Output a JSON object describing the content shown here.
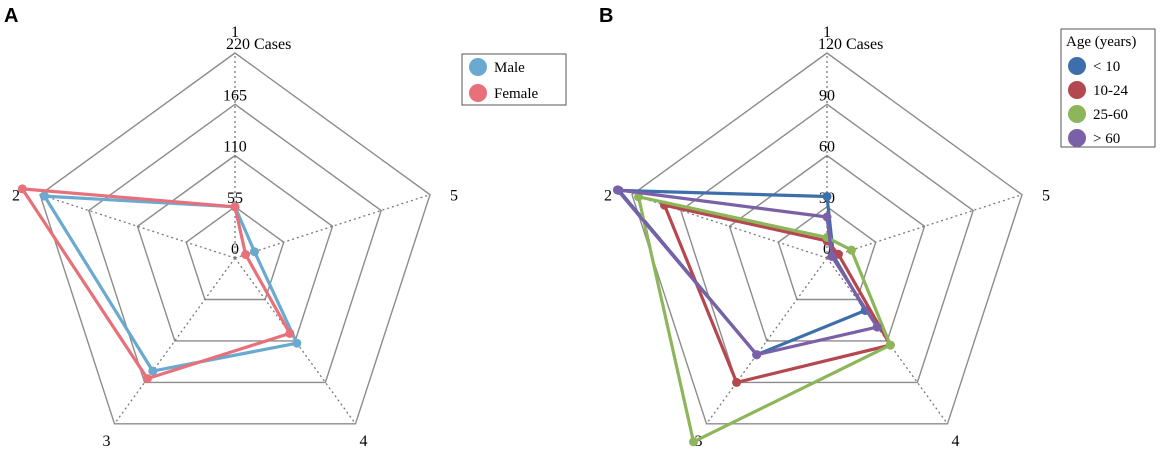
{
  "chart_data": [
    {
      "type": "radar",
      "panel_label": "A",
      "spokes": [
        "1",
        "2",
        "3",
        "4",
        "5"
      ],
      "rmax": 220,
      "ticks": [
        "0",
        "55",
        "110",
        "165",
        "220"
      ],
      "top_tick_unit": "Cases",
      "grid": "pentagon rings with dotted spokes",
      "legend_position": "top-right",
      "legend_title": "",
      "series": [
        {
          "name": "Male",
          "color": "#6aa9d0",
          "values": [
            55,
            215,
            150,
            113,
            22
          ]
        },
        {
          "name": "Female",
          "color": "#e8707a",
          "values": [
            55,
            240,
            160,
            100,
            12
          ]
        }
      ]
    },
    {
      "type": "radar",
      "panel_label": "B",
      "spokes": [
        "1",
        "2",
        "3",
        "4",
        "5"
      ],
      "rmax": 120,
      "ticks": [
        "0",
        "30",
        "60",
        "90",
        "120"
      ],
      "top_tick_unit": "Cases",
      "grid": "pentagon rings with dotted spokes",
      "legend_position": "top-right",
      "legend_title": "Age (years)",
      "series": [
        {
          "name": "< 10",
          "color": "#3f6faa",
          "values": [
            36,
            128,
            70,
            38,
            4
          ]
        },
        {
          "name": "10-24",
          "color": "#b5474e",
          "values": [
            10,
            100,
            90,
            63,
            7
          ]
        },
        {
          "name": "25-60",
          "color": "#8db559",
          "values": [
            12,
            116,
            133,
            63,
            15
          ]
        },
        {
          "name": "> 60",
          "color": "#7a60a6",
          "values": [
            24,
            129,
            70,
            50,
            3
          ]
        }
      ]
    }
  ]
}
